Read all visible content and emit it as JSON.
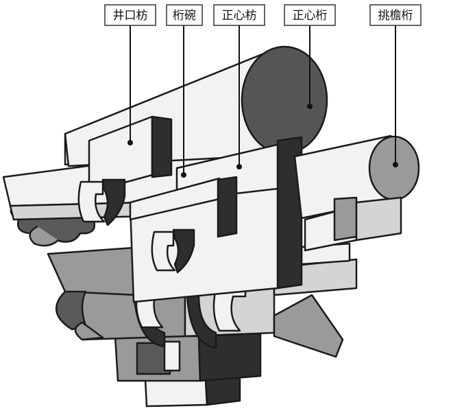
{
  "labels": [
    {
      "id": "jingkoufang",
      "text": "井口枋"
    },
    {
      "id": "hengwan",
      "text": "桁碗"
    },
    {
      "id": "zhengxinfang",
      "text": "正心枋"
    },
    {
      "id": "zhengxinheng",
      "text": "正心桁"
    },
    {
      "id": "tiaoyanheng",
      "text": "挑檐桁"
    }
  ],
  "colors": {
    "outline": "#1a1a1a",
    "light_face": "#f2f2f2",
    "side_face": "#d2d2d2",
    "mid_gray": "#8a8a8a",
    "dark_gray": "#555555",
    "black_face": "#2b2b2b"
  }
}
